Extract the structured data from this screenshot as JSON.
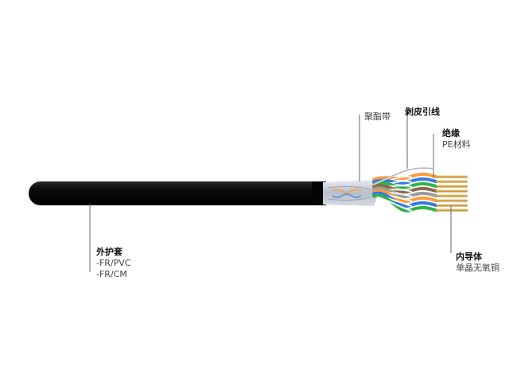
{
  "colors": {
    "jacket": "#0a0a0a",
    "foil": "#c8ccd4",
    "copper": "#d9a441",
    "leader": "#666666",
    "pair_colors": [
      "#ff9a3c",
      "#2f7de1",
      "#33b14a",
      "#8a6a4a",
      "#9a9a9a"
    ]
  },
  "labels": {
    "jacket": {
      "title": "外护套",
      "lines": [
        "-FR/PVC",
        "-FR/CM"
      ]
    },
    "tape": {
      "title": "聚酯带"
    },
    "drain": {
      "title": "剥皮引线"
    },
    "insulation": {
      "title": "绝缘",
      "sub": "PE材料"
    },
    "conductor": {
      "title": "内导体",
      "sub": "单晶无氧铜"
    }
  }
}
